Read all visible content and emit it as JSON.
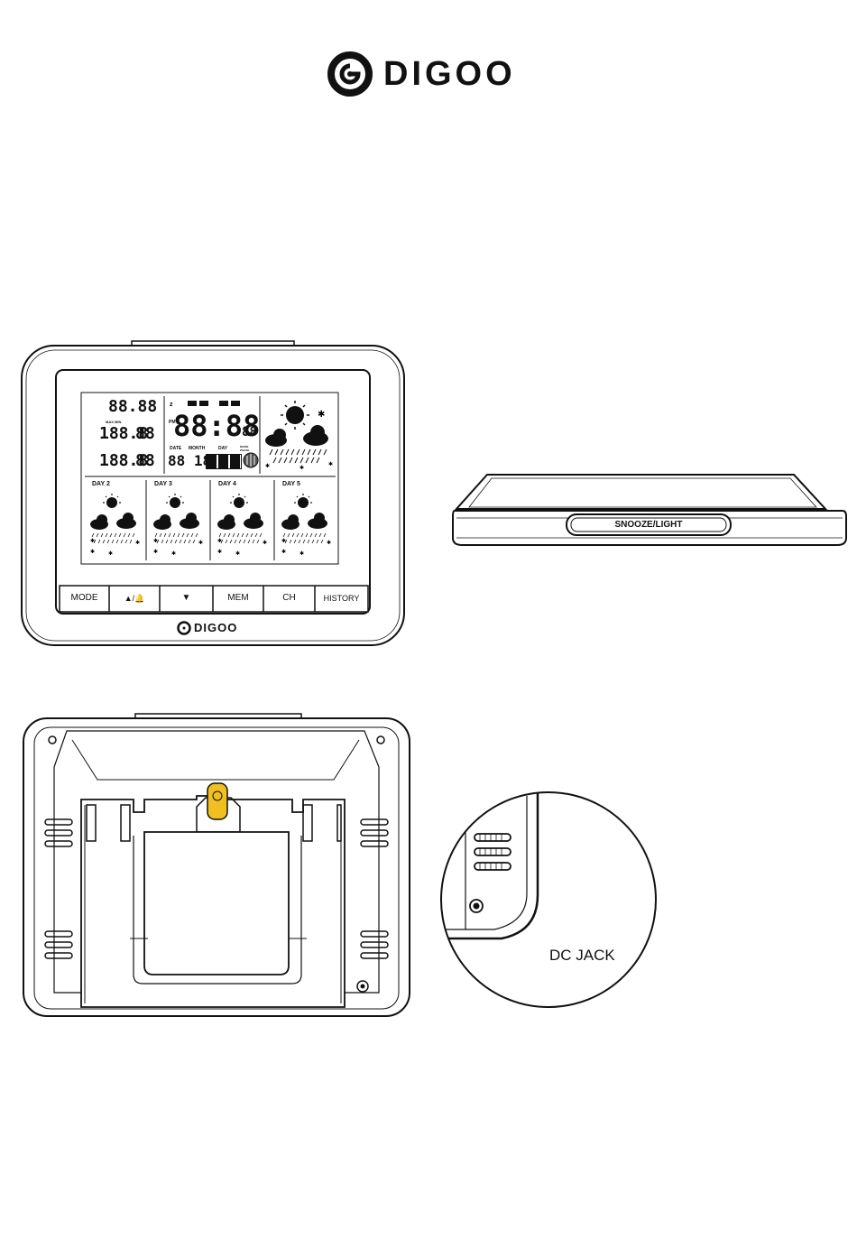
{
  "brand": {
    "logo_text": "DIGOO",
    "bottom_logo_text": "DIGOO"
  },
  "front_view": {
    "buttons": [
      "MODE",
      "▲/🔔",
      "▼",
      "MEM",
      "CH",
      "HISTORY"
    ],
    "days": [
      "DAY 2",
      "DAY 3",
      "DAY 4",
      "DAY 5"
    ],
    "lcd": {
      "pressure": "88.88",
      "outdoor_temp": "188.8",
      "outdoor_hum": "88",
      "indoor_temp": "188.8",
      "indoor_hum": "88",
      "time": "88:88",
      "seconds": "88",
      "date": "88 18",
      "date_label": "DATE",
      "month_label": "MONTH",
      "day_label": "DAY",
      "moon_label": "MOON PHASE",
      "pm_label": "PM",
      "max_min_label": "MAX MIN"
    }
  },
  "side_view": {
    "button_label": "SNOOZE/LIGHT"
  },
  "detail_view": {
    "label": "DC JACK"
  },
  "icons": [
    "sun-icon",
    "cloud-icon",
    "rain-icon",
    "snow-icon",
    "moon-icon"
  ]
}
